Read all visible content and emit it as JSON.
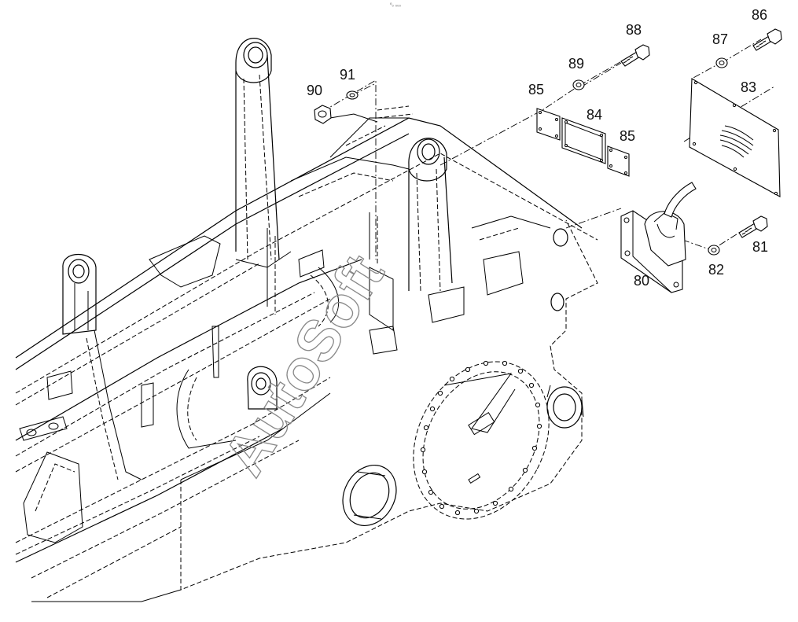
{
  "header_mark": "⁰₀ ₀₀₀",
  "watermark": "AutoSoft",
  "callouts": [
    {
      "id": "c86",
      "text": "86"
    },
    {
      "id": "c87",
      "text": "87"
    },
    {
      "id": "c88",
      "text": "88"
    },
    {
      "id": "c89",
      "text": "89"
    },
    {
      "id": "c83",
      "text": "83"
    },
    {
      "id": "c85a",
      "text": "85"
    },
    {
      "id": "c84",
      "text": "84"
    },
    {
      "id": "c85b",
      "text": "85"
    },
    {
      "id": "c91",
      "text": "91"
    },
    {
      "id": "c90",
      "text": "90"
    },
    {
      "id": "c81",
      "text": "81"
    },
    {
      "id": "c82",
      "text": "82"
    },
    {
      "id": "c80",
      "text": "80"
    }
  ]
}
